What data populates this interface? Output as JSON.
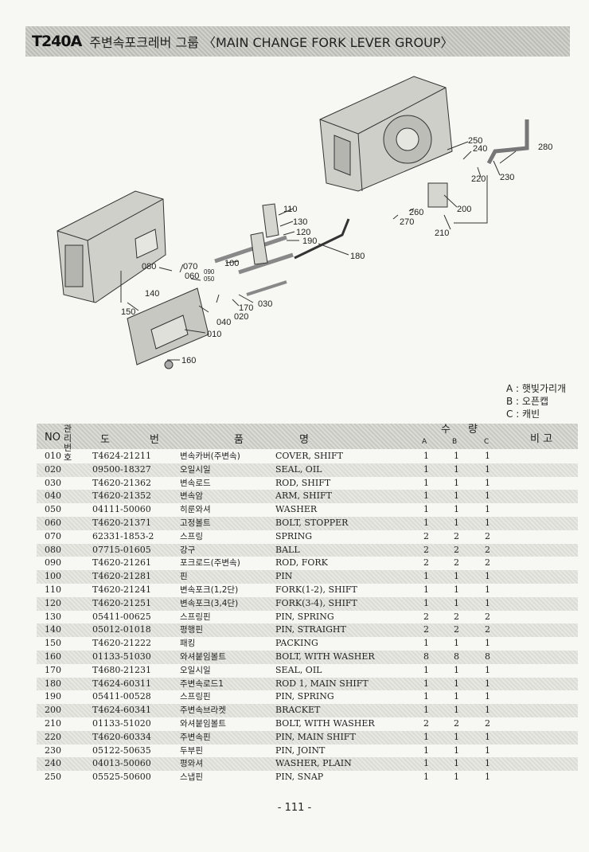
{
  "header": {
    "model": "T240A",
    "title": "주변속포크레버 그룹 〈MAIN CHANGE FORK LEVER GROUP〉"
  },
  "diagram": {
    "callouts": [
      "010",
      "020",
      "030",
      "040",
      "050",
      "060",
      "070",
      "080",
      "090",
      "100",
      "110",
      "120",
      "130",
      "140",
      "150",
      "160",
      "170",
      "180",
      "190",
      "200",
      "210",
      "220",
      "230",
      "240",
      "250",
      "260",
      "270",
      "280"
    ]
  },
  "legend": {
    "items": [
      "A : 햇빛가리개",
      "B : 오픈캡",
      "C : 캐빈"
    ]
  },
  "table": {
    "headers": {
      "no": "NO",
      "kanri": "관리번호",
      "do": "도",
      "beon": "번",
      "pum": "품",
      "myeong": "명",
      "su": "수",
      "ryang": "량",
      "a": "A",
      "b": "B",
      "c": "C",
      "bigo": "비 고"
    },
    "rows": [
      {
        "no": "010",
        "part": "T4624-21211",
        "kr": "변속카버(주변속)",
        "en": "COVER, SHIFT",
        "a": "1",
        "b": "1",
        "c": "1"
      },
      {
        "no": "020",
        "part": "09500-18327",
        "kr": "오일시일",
        "en": "SEAL, OIL",
        "a": "1",
        "b": "1",
        "c": "1"
      },
      {
        "no": "030",
        "part": "T4620-21362",
        "kr": "변속로드",
        "en": "ROD, SHIFT",
        "a": "1",
        "b": "1",
        "c": "1"
      },
      {
        "no": "040",
        "part": "T4620-21352",
        "kr": "변속암",
        "en": "ARM, SHIFT",
        "a": "1",
        "b": "1",
        "c": "1"
      },
      {
        "no": "050",
        "part": "04111-50060",
        "kr": "히룬와셔",
        "en": "WASHER",
        "a": "1",
        "b": "1",
        "c": "1"
      },
      {
        "no": "060",
        "part": "T4620-21371",
        "kr": "고정볼트",
        "en": "BOLT, STOPPER",
        "a": "1",
        "b": "1",
        "c": "1"
      },
      {
        "no": "070",
        "part": "62331-1853-2",
        "kr": "스프링",
        "en": "SPRING",
        "a": "2",
        "b": "2",
        "c": "2"
      },
      {
        "no": "080",
        "part": "07715-01605",
        "kr": "강구",
        "en": "BALL",
        "a": "2",
        "b": "2",
        "c": "2"
      },
      {
        "no": "090",
        "part": "T4620-21261",
        "kr": "포크로드(주변속)",
        "en": "ROD, FORK",
        "a": "2",
        "b": "2",
        "c": "2"
      },
      {
        "no": "100",
        "part": "T4620-21281",
        "kr": "핀",
        "en": "PIN",
        "a": "1",
        "b": "1",
        "c": "1"
      },
      {
        "no": "110",
        "part": "T4620-21241",
        "kr": "변속포크(1,2단)",
        "en": "FORK(1-2), SHIFT",
        "a": "1",
        "b": "1",
        "c": "1"
      },
      {
        "no": "120",
        "part": "T4620-21251",
        "kr": "변속포크(3,4단)",
        "en": "FORK(3-4), SHIFT",
        "a": "1",
        "b": "1",
        "c": "1"
      },
      {
        "no": "130",
        "part": "05411-00625",
        "kr": "스프링핀",
        "en": "PIN, SPRING",
        "a": "2",
        "b": "2",
        "c": "2"
      },
      {
        "no": "140",
        "part": "05012-01018",
        "kr": "평행핀",
        "en": "PIN, STRAIGHT",
        "a": "2",
        "b": "2",
        "c": "2"
      },
      {
        "no": "150",
        "part": "T4620-21222",
        "kr": "패킹",
        "en": "PACKING",
        "a": "1",
        "b": "1",
        "c": "1"
      },
      {
        "no": "160",
        "part": "01133-51030",
        "kr": "와셔붙임볼트",
        "en": "BOLT, WITH WASHER",
        "a": "8",
        "b": "8",
        "c": "8"
      },
      {
        "no": "170",
        "part": "T4680-21231",
        "kr": "오일시일",
        "en": "SEAL, OIL",
        "a": "1",
        "b": "1",
        "c": "1"
      },
      {
        "no": "180",
        "part": "T4624-60311",
        "kr": "주변속로드1",
        "en": "ROD 1, MAIN SHIFT",
        "a": "1",
        "b": "1",
        "c": "1"
      },
      {
        "no": "190",
        "part": "05411-00528",
        "kr": "스프링핀",
        "en": "PIN, SPRING",
        "a": "1",
        "b": "1",
        "c": "1"
      },
      {
        "no": "200",
        "part": "T4624-60341",
        "kr": "주변속브라켓",
        "en": "BRACKET",
        "a": "1",
        "b": "1",
        "c": "1"
      },
      {
        "no": "210",
        "part": "01133-51020",
        "kr": "와셔붙임볼트",
        "en": "BOLT, WITH WASHER",
        "a": "2",
        "b": "2",
        "c": "2"
      },
      {
        "no": "220",
        "part": "T4620-60334",
        "kr": "주변속핀",
        "en": "PIN, MAIN SHIFT",
        "a": "1",
        "b": "1",
        "c": "1"
      },
      {
        "no": "230",
        "part": "05122-50635",
        "kr": "두부핀",
        "en": "PIN, JOINT",
        "a": "1",
        "b": "1",
        "c": "1"
      },
      {
        "no": "240",
        "part": "04013-50060",
        "kr": "평와셔",
        "en": "WASHER, PLAIN",
        "a": "1",
        "b": "1",
        "c": "1"
      },
      {
        "no": "250",
        "part": "05525-50600",
        "kr": "스냅핀",
        "en": "PIN, SNAP",
        "a": "1",
        "b": "1",
        "c": "1"
      }
    ]
  },
  "footer": {
    "page": "- 111 -"
  }
}
